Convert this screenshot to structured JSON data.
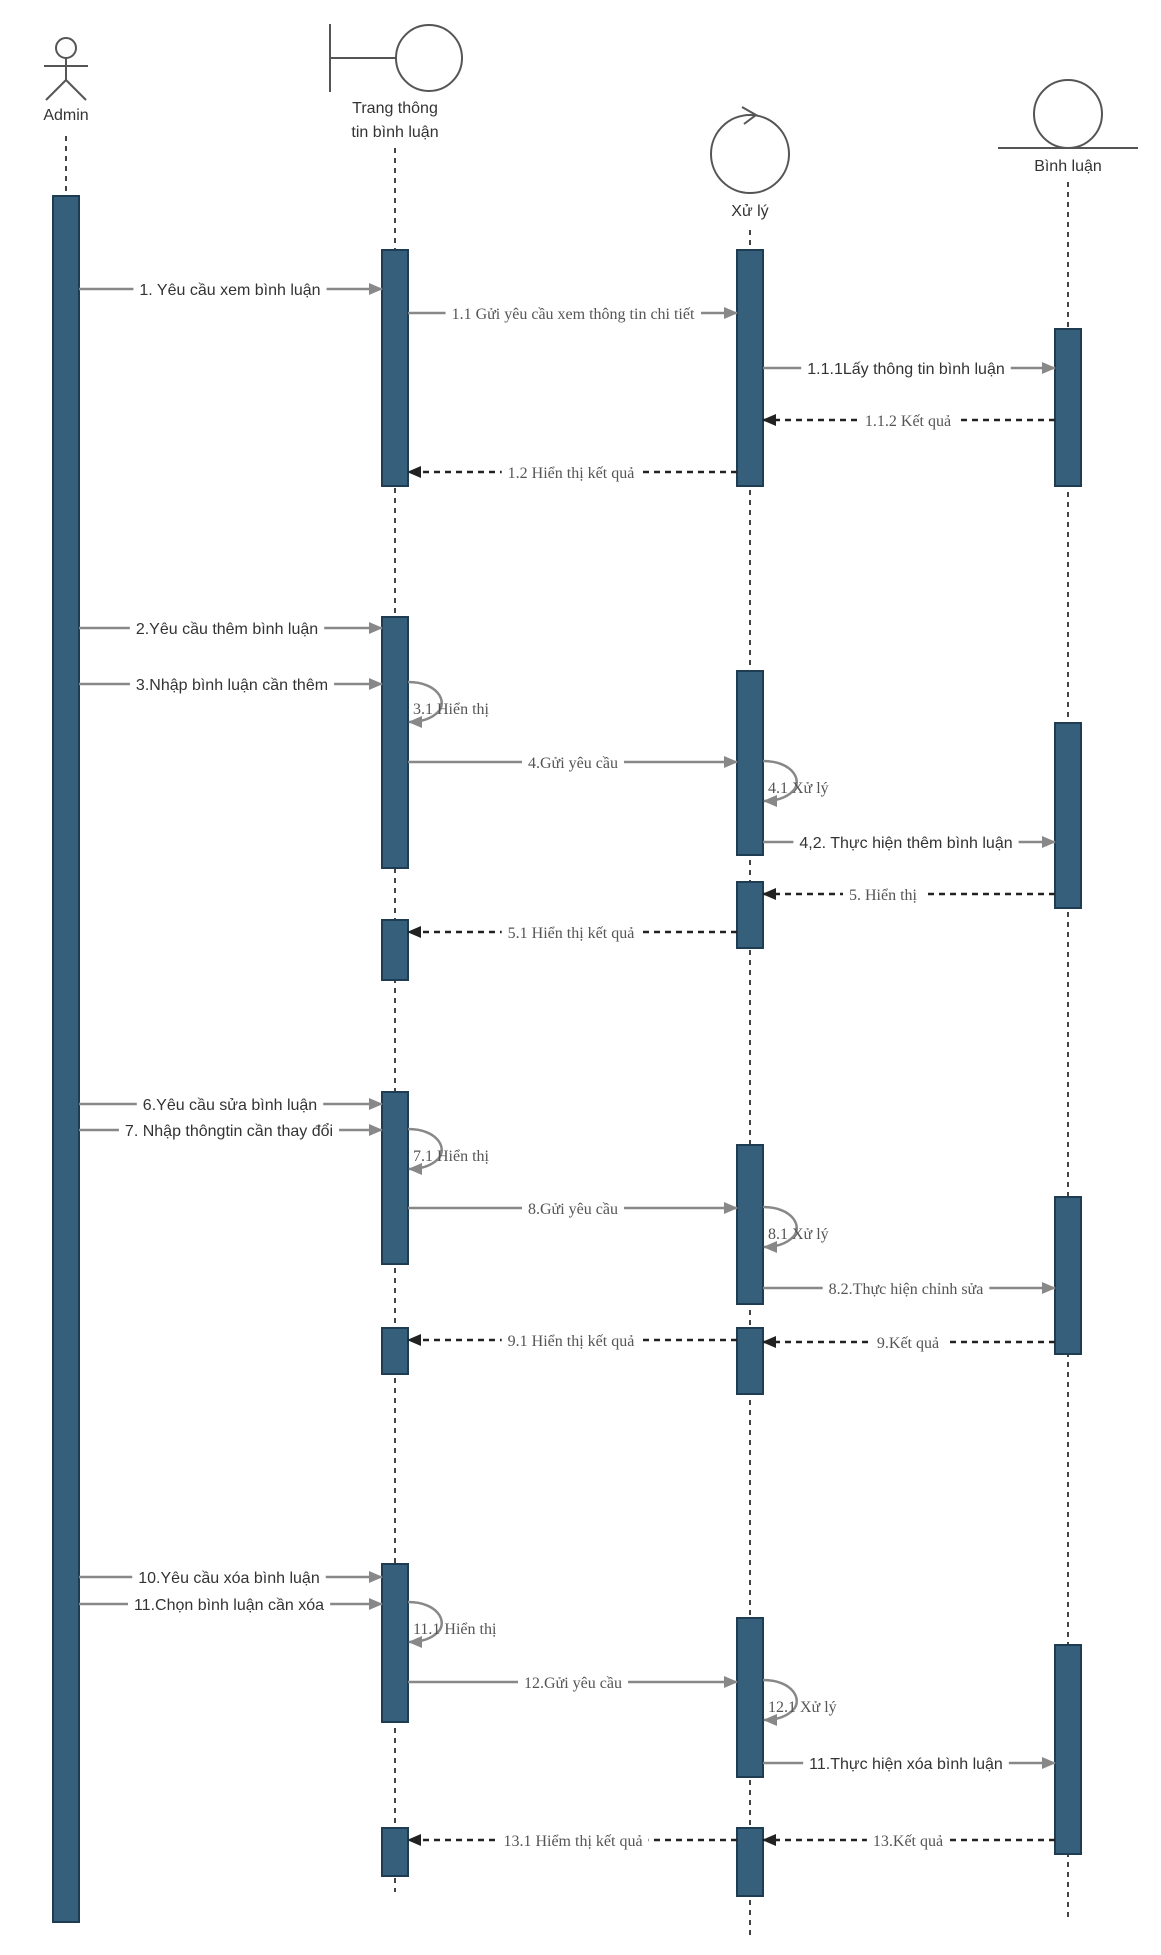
{
  "participants": [
    {
      "id": "admin",
      "label_lines": [
        "Admin"
      ],
      "kind": "actor",
      "icon": "actor-icon"
    },
    {
      "id": "ui",
      "label_lines": [
        "Trang thông",
        "tin bình luận"
      ],
      "kind": "boundary",
      "icon": "boundary-icon"
    },
    {
      "id": "ctrl",
      "label_lines": [
        "Xử lý"
      ],
      "kind": "control",
      "icon": "control-icon"
    },
    {
      "id": "entity",
      "label_lines": [
        "Bình luận"
      ],
      "kind": "entity",
      "icon": "entity-icon"
    }
  ],
  "messages": [
    {
      "label": "1. Yêu cầu xem bình luận",
      "from": "admin",
      "to": "ui",
      "kind": "sync",
      "font": "sans"
    },
    {
      "label": "1.1 Gửi yêu cầu xem thông tin chi tiết",
      "from": "ui",
      "to": "ctrl",
      "kind": "sync",
      "font": "serif"
    },
    {
      "label": "1.1.1Lấy thông tin bình luận",
      "from": "ctrl",
      "to": "entity",
      "kind": "sync",
      "font": "sans"
    },
    {
      "label": "1.1.2 Kết quả",
      "from": "entity",
      "to": "ctrl",
      "kind": "return",
      "font": "serif"
    },
    {
      "label": "1.2 Hiển thị kết quả",
      "from": "ctrl",
      "to": "ui",
      "kind": "return",
      "font": "serif"
    },
    {
      "label": "2.Yêu cầu thêm bình luận",
      "from": "admin",
      "to": "ui",
      "kind": "sync",
      "font": "sans"
    },
    {
      "label": "3.Nhập bình luận cần thêm",
      "from": "admin",
      "to": "ui",
      "kind": "sync",
      "font": "sans"
    },
    {
      "label": "3.1 Hiển thị",
      "from": "ui",
      "to": "ui",
      "kind": "self",
      "font": "serif"
    },
    {
      "label": "4.Gửi yêu cầu",
      "from": "ui",
      "to": "ctrl",
      "kind": "sync",
      "font": "serif"
    },
    {
      "label": "4.1 Xử lý",
      "from": "ctrl",
      "to": "ctrl",
      "kind": "self",
      "font": "serif"
    },
    {
      "label": "4,2. Thực hiện thêm bình luận",
      "from": "ctrl",
      "to": "entity",
      "kind": "sync",
      "font": "sans"
    },
    {
      "label": "5. Hiển thị",
      "from": "entity",
      "to": "ctrl",
      "kind": "return",
      "font": "serif"
    },
    {
      "label": "5.1 Hiển thị kết quả",
      "from": "ctrl",
      "to": "ui",
      "kind": "return",
      "font": "serif"
    },
    {
      "label": "6.Yêu cầu sửa bình luận",
      "from": "admin",
      "to": "ui",
      "kind": "sync",
      "font": "sans"
    },
    {
      "label": "7. Nhập thôngtin cần thay đổi",
      "from": "admin",
      "to": "ui",
      "kind": "sync",
      "font": "sans"
    },
    {
      "label": "7.1 Hiển thị",
      "from": "ui",
      "to": "ui",
      "kind": "self",
      "font": "serif"
    },
    {
      "label": "8.Gửi yêu cầu",
      "from": "ui",
      "to": "ctrl",
      "kind": "sync",
      "font": "serif"
    },
    {
      "label": "8.1 Xử lý",
      "from": "ctrl",
      "to": "ctrl",
      "kind": "self",
      "font": "serif"
    },
    {
      "label": "8.2.Thực hiện chỉnh sửa",
      "from": "ctrl",
      "to": "entity",
      "kind": "sync",
      "font": "serif"
    },
    {
      "label": "9.1 Hiển thị kết quả",
      "from": "ctrl",
      "to": "ui",
      "kind": "return",
      "font": "serif"
    },
    {
      "label": "9.Kết quả",
      "from": "entity",
      "to": "ctrl",
      "kind": "return",
      "font": "serif"
    },
    {
      "label": "10.Yêu cầu xóa bình luận",
      "from": "admin",
      "to": "ui",
      "kind": "sync",
      "font": "sans"
    },
    {
      "label": "11.Chọn bình luận cần xóa",
      "from": "admin",
      "to": "ui",
      "kind": "sync",
      "font": "sans"
    },
    {
      "label": "11.1 Hiển thị",
      "from": "ui",
      "to": "ui",
      "kind": "self",
      "font": "serif"
    },
    {
      "label": "12.Gửi yêu cầu",
      "from": "ui",
      "to": "ctrl",
      "kind": "sync",
      "font": "serif"
    },
    {
      "label": "12.1 Xử lý",
      "from": "ctrl",
      "to": "ctrl",
      "kind": "self",
      "font": "serif"
    },
    {
      "label": "11.Thực hiện xóa bình luận",
      "from": "ctrl",
      "to": "entity",
      "kind": "sync",
      "font": "sans"
    },
    {
      "label": "13.1 Hiểm thị kết quả",
      "from": "ctrl",
      "to": "ui",
      "kind": "return",
      "font": "serif"
    },
    {
      "label": "13.Kết quả",
      "from": "entity",
      "to": "ctrl",
      "kind": "return",
      "font": "serif"
    }
  ],
  "colors": {
    "activation_fill": "#355f7a",
    "activation_stroke": "#1e3c52",
    "sync_arrow": "#888888",
    "return_arrow": "#222222"
  }
}
